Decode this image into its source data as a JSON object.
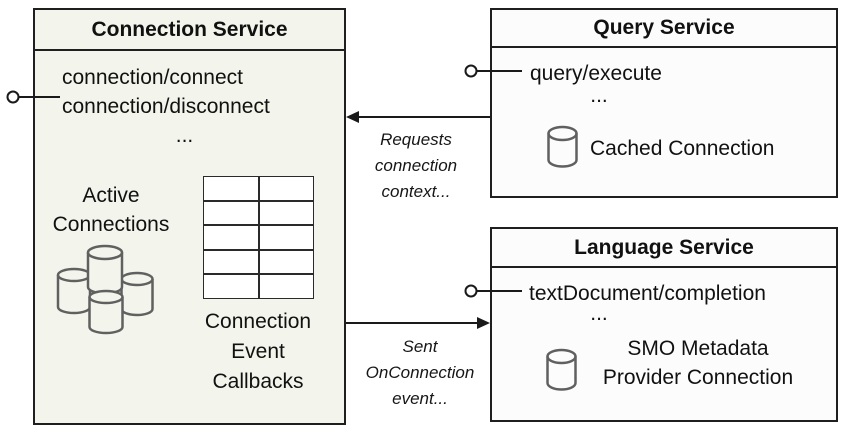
{
  "colors": {
    "connection_box_fill": "#f3f5ec",
    "service_box_fill": "#fcfcfc",
    "border": "#1f1f1f",
    "icon_stroke": "#606060",
    "text": "#111111"
  },
  "connection_service": {
    "title": "Connection Service",
    "methods": [
      "connection/connect",
      "connection/disconnect"
    ],
    "more": "...",
    "active_connections": {
      "line1": "Active",
      "line2": "Connections"
    },
    "callbacks": {
      "line1": "Connection",
      "line2": "Event",
      "line3": "Callbacks"
    },
    "callback_table": {
      "rows": 5,
      "cols": 2
    }
  },
  "query_service": {
    "title": "Query Service",
    "method": "query/execute",
    "more": "...",
    "store": "Cached Connection"
  },
  "language_service": {
    "title": "Language Service",
    "method": "textDocument/completion",
    "more": "...",
    "store": {
      "line1": "SMO Metadata",
      "line2": "Provider Connection"
    }
  },
  "labels": {
    "requests": {
      "line1": "Requests",
      "line2": "connection",
      "line3": "context..."
    },
    "sent": {
      "line1": "Sent",
      "line2": "OnConnection",
      "line3": "event..."
    }
  }
}
